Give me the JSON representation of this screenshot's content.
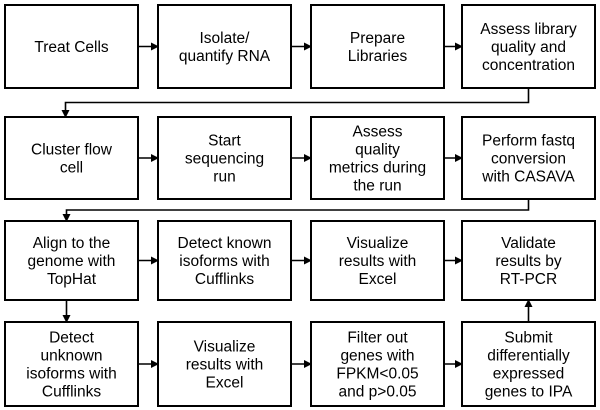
{
  "colors": {
    "box_border": "#000000",
    "box_fill": "#ffffff",
    "text": "#000000",
    "arrow": "#000000"
  },
  "steps": [
    {
      "id": "treat-cells",
      "lines": [
        "Treat Cells"
      ]
    },
    {
      "id": "isolate-quantify-rna",
      "lines": [
        "Isolate/",
        "quantify RNA"
      ]
    },
    {
      "id": "prepare-libraries",
      "lines": [
        "Prepare",
        "Libraries"
      ]
    },
    {
      "id": "assess-library-quality",
      "lines": [
        "Assess library",
        "quality and",
        "concentration"
      ]
    },
    {
      "id": "cluster-flow-cell",
      "lines": [
        "Cluster flow",
        "cell"
      ]
    },
    {
      "id": "start-sequencing-run",
      "lines": [
        "Start",
        "sequencing",
        "run"
      ]
    },
    {
      "id": "assess-quality-metrics",
      "lines": [
        "Assess",
        "quality",
        "metrics during",
        "the run"
      ]
    },
    {
      "id": "fastq-conversion",
      "lines": [
        "Perform fastq",
        "conversion",
        "with CASAVA"
      ]
    },
    {
      "id": "align-tophat",
      "lines": [
        "Align to the",
        "genome with",
        "TopHat"
      ]
    },
    {
      "id": "detect-known-isoforms",
      "lines": [
        "Detect known",
        "isoforms with",
        "Cufflinks"
      ]
    },
    {
      "id": "visualize-excel-1",
      "lines": [
        "Visualize",
        "results with",
        "Excel"
      ]
    },
    {
      "id": "validate-rt-pcr",
      "lines": [
        "Validate",
        "results by",
        "RT-PCR"
      ]
    },
    {
      "id": "detect-unknown-isoforms",
      "lines": [
        "Detect",
        "unknown",
        "isoforms with",
        "Cufflinks"
      ]
    },
    {
      "id": "visualize-excel-2",
      "lines": [
        "Visualize",
        "results with",
        "Excel"
      ]
    },
    {
      "id": "filter-genes",
      "lines": [
        "Filter out",
        "genes with",
        "FPKM<0.05",
        "and p>0.05"
      ]
    },
    {
      "id": "submit-to-ipa",
      "lines": [
        "Submit",
        "differentially",
        "expressed",
        "genes to IPA"
      ]
    }
  ]
}
